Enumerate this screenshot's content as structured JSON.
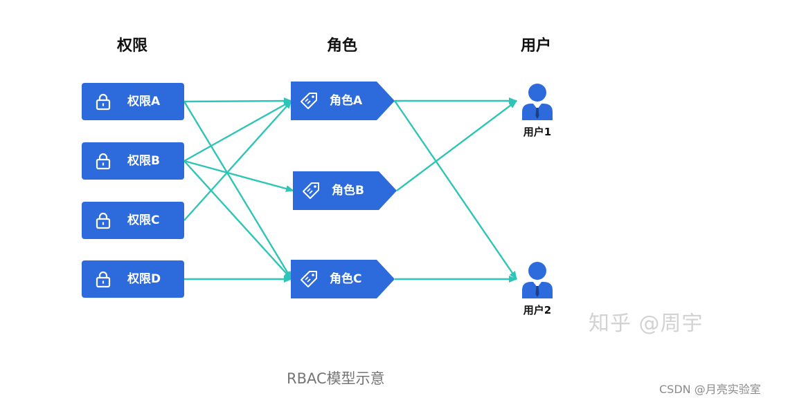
{
  "titles": {
    "permissions": "权限",
    "roles": "角色",
    "users": "用户"
  },
  "permissions": [
    {
      "id": "A",
      "label": "权限A"
    },
    {
      "id": "B",
      "label": "权限B"
    },
    {
      "id": "C",
      "label": "权限C"
    },
    {
      "id": "D",
      "label": "权限D"
    }
  ],
  "roles": [
    {
      "id": "A",
      "label": "角色A"
    },
    {
      "id": "B",
      "label": "角色B"
    },
    {
      "id": "C",
      "label": "角色C"
    }
  ],
  "users": [
    {
      "id": "1",
      "label": "用户1"
    },
    {
      "id": "2",
      "label": "用户2"
    }
  ],
  "links": {
    "permission_to_role": [
      [
        "A",
        "A"
      ],
      [
        "A",
        "C"
      ],
      [
        "B",
        "A"
      ],
      [
        "B",
        "B"
      ],
      [
        "B",
        "C"
      ],
      [
        "C",
        "A"
      ],
      [
        "D",
        "C"
      ]
    ],
    "role_to_user": [
      [
        "A",
        "1"
      ],
      [
        "A",
        "2"
      ],
      [
        "B",
        "1"
      ],
      [
        "C",
        "2"
      ]
    ]
  },
  "icons": {
    "permission": "lock-icon",
    "role": "tag-icon",
    "user": "user-icon"
  },
  "colors": {
    "box": "#2d6bdd",
    "link": "#2ec4b6",
    "user": "#2d6bdd"
  },
  "watermark": "知乎 @周宇",
  "caption": "RBAC模型示意",
  "credit": "CSDN @月亮实验室"
}
